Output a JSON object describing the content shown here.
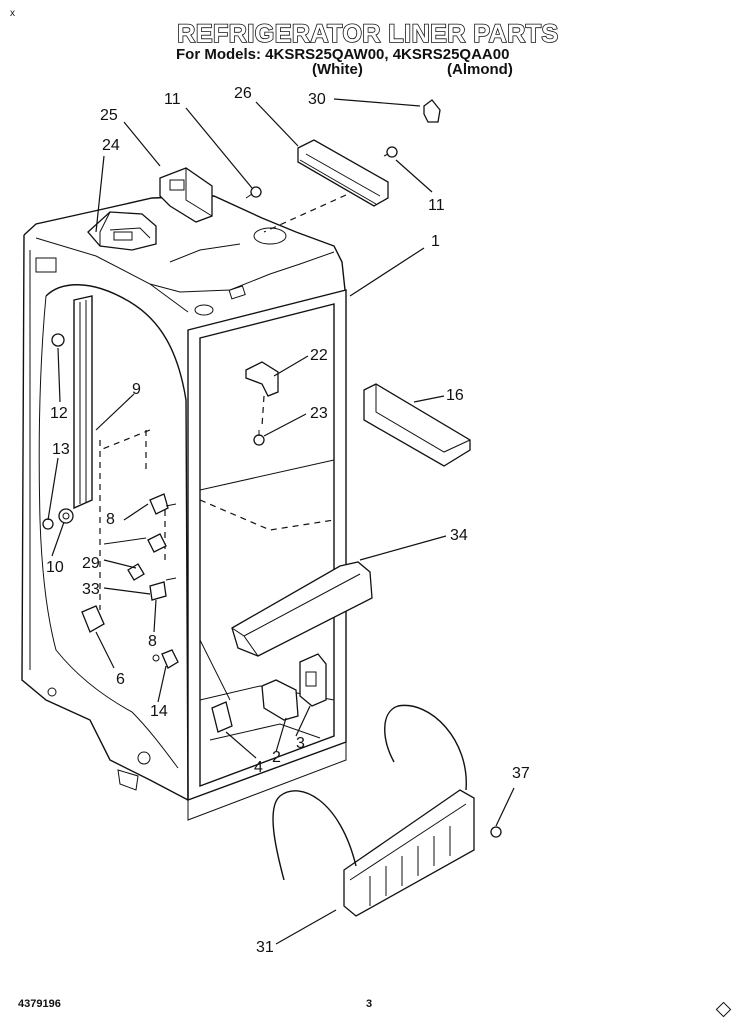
{
  "corner_mark": "x",
  "title": "REFRIGERATOR LINER PARTS",
  "models_line": "For Models: 4KSRS25QAW00,  4KSRS25QAA00",
  "variant_white": "(White)",
  "variant_almond": "(Almond)",
  "footer": {
    "doc_number": "4379196",
    "page_number": "3"
  },
  "callouts": {
    "c30": "30",
    "c26": "26",
    "c11a": "11",
    "c25": "25",
    "c24": "24",
    "c11b": "11",
    "c1": "1",
    "c22": "22",
    "c16": "16",
    "c23": "23",
    "c9": "9",
    "c12": "12",
    "c13": "13",
    "c8a": "8",
    "c10": "10",
    "c29": "29",
    "c33": "33",
    "c34": "34",
    "c8b": "8",
    "c6": "6",
    "c14": "14",
    "c4": "4",
    "c2": "2",
    "c3": "3",
    "c37": "37",
    "c31": "31"
  }
}
